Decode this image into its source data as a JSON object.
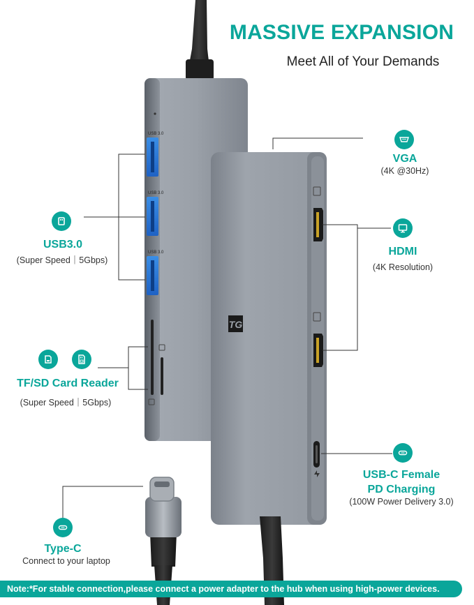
{
  "headline": "MASSIVE EXPANSION",
  "subheadline": "Meet All of Your Demands",
  "brand_logo_text": "TG",
  "port_labels": {
    "usb": "USB 3.0"
  },
  "features": {
    "usb": {
      "title": "USB3.0",
      "desc": "(Super Speed｜5Gbps)",
      "icon": "usb-icon"
    },
    "card_reader": {
      "title": "TF/SD Card Reader",
      "desc": "(Super Speed｜5Gbps)",
      "icons": [
        "tf-card-icon",
        "sd-card-icon"
      ]
    },
    "vga": {
      "title": "VGA",
      "desc": "(4K @30Hz)",
      "icon": "vga-icon"
    },
    "hdmi": {
      "title": "HDMI",
      "desc": "(4K Resolution)",
      "icon": "monitor-icon"
    },
    "usbc": {
      "title_line1": "USB-C Female",
      "title_line2": "PD Charging",
      "desc": "(100W Power Delivery 3.0)",
      "icon": "usb-c-icon"
    },
    "typec": {
      "title": "Type-C",
      "desc": "Connect to your laptop",
      "icon": "usb-c-icon"
    }
  },
  "note": "Note:*For stable connection,please connect a power adapter to the hub when using high-power devices.",
  "colors": {
    "accent": "#0aa69a",
    "hub_body": "#8c929b",
    "text": "#222222"
  }
}
